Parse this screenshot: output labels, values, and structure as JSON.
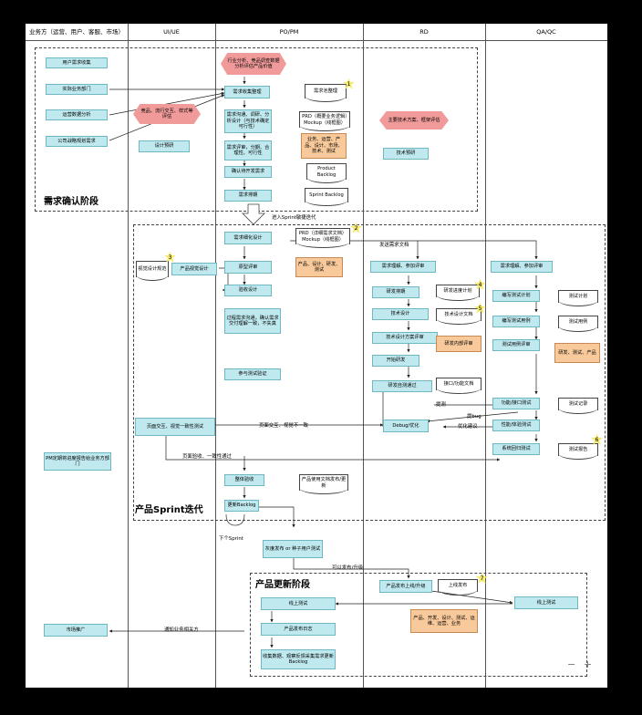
{
  "lanes": [
    "业务方（运营、用户、客服、市场）",
    "UI/UE",
    "PO/PM",
    "RD",
    "QA/QC"
  ],
  "stages": {
    "s1": "需求确认阶段",
    "s2": "产品Sprint迭代",
    "s3": "产品更新阶段"
  },
  "biz": {
    "collect": "用户需求收集",
    "dept": "实际业务部门",
    "ops": "运营数据分析",
    "plan": "公司战略规划需求",
    "pm_notice": "PM定期将进度报告给业务方部门",
    "promo": "市场推广"
  },
  "ui": {
    "hex": "竞品、流行交互、样式等评估",
    "design_eval": "设计预研",
    "proto_doc": "视觉设计规范",
    "proto": "产品视觉设计",
    "visual_accept": "页面交互、视觉一致性测试"
  },
  "pm": {
    "hex": "行业分析、竞品调查数据分析评估产品价值",
    "organize": "需求收集整理",
    "doc_org": "需求池整理",
    "analysis": "需求沟通、调研、分析设计（与技术确定可行性）",
    "prd": "PRD（概要业务逻辑）Mockup（线框图）",
    "review": "需求评审，分期、合理性、可行性",
    "review_doc": "业务、运营、产品、设计、市场、技术、测试",
    "confirm": "确认待开发需求",
    "backlog": "Product Backlog",
    "sort": "需求排期",
    "sprint_backlog": "Sprint Backlog",
    "detail": "需求细化设计",
    "prd2": "PRD（详细需求文档）Mockup（线框图）",
    "proto_review": "原型评审",
    "proto_review_doc": "产品、设计、研发、测试",
    "accept": "验收设计",
    "comm": "过程需求沟通，确认需求交付理解一致，不失真",
    "join_test": "参与测试验证",
    "overall": "整体验收",
    "manual": "产品使用文档发布/更新",
    "update": "更新Backlog",
    "gray": "灰度发布 or 种子用户测试",
    "online_test": "线上测试",
    "release_log": "产品发布日志",
    "collect2": "收集数据、观察反馈采集需求更新Backlog"
  },
  "rd": {
    "hex": "主要技术方案、框架评估",
    "pre": "技术预研",
    "understand": "需求理解、参加评审",
    "devplan": "研发排期",
    "devplan_doc": "研发进度计划",
    "tech": "技术设计",
    "tech_doc": "技术设计文档",
    "tech_review": "技术设计方案评审",
    "tech_review_doc": "研发内部评审",
    "dev": "开始研发",
    "selftest": "研发自测通过",
    "api_doc": "接口/功能文档",
    "debug": "Debug/优化",
    "release": "产品发布上线/升级",
    "release_doc": "上线发布",
    "release_team": "产品、开发、设计、测试、运维、运营、业务"
  },
  "qa": {
    "understand": "需求理解、参加评审",
    "plan": "编写测试计划",
    "plan_doc": "测试计划",
    "case": "编写测试用例",
    "case_doc": "测试用例",
    "case_review": "测试用例评审",
    "case_review_doc": "研发、测试、产品",
    "func": "功能/接口测试",
    "func_doc": "测试记录",
    "perf": "性能/体验测试",
    "regress": "系统回归测试",
    "report": "测试报告",
    "online": "线上测试"
  },
  "labels": {
    "enter": "进入Sprint敏捷迭代",
    "send": "发送需求文档",
    "submit": "提测",
    "bug": "提bug",
    "optimize": "优化建议",
    "ui_mismatch": "页面交互、视觉不一致",
    "ui_pass": "页面验收、一致性通过",
    "next": "下个Sprint",
    "release_ok": "可以发布/升级",
    "notify": "通知业务相关方"
  },
  "badges": [
    "1",
    "2",
    "3",
    "4",
    "5",
    "6",
    "7"
  ],
  "zoom": {
    "minus": "−",
    "plus": "+"
  }
}
